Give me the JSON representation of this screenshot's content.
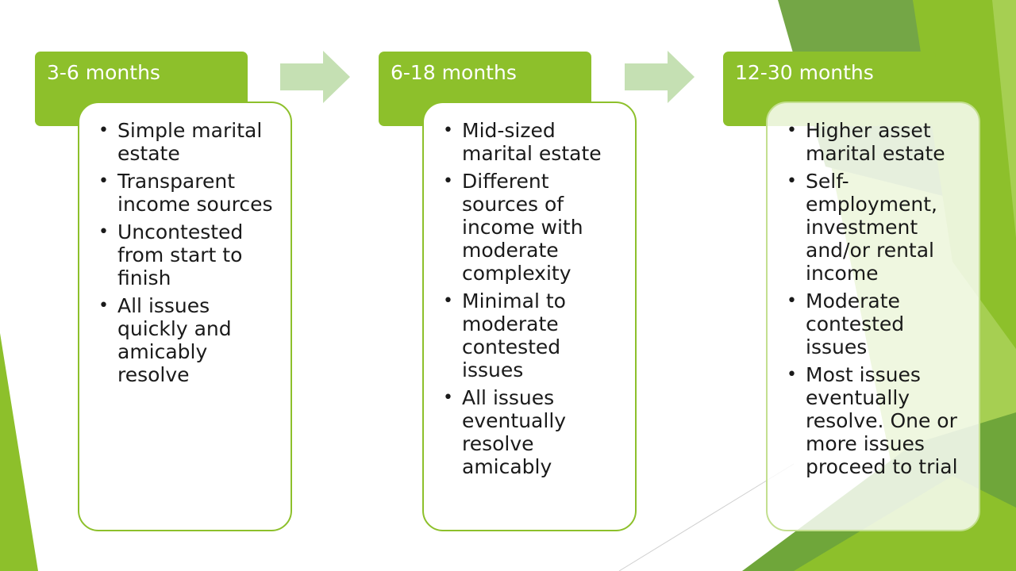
{
  "colors": {
    "accent": "#8dc02b",
    "arrow": "#c5e0b3",
    "text": "#1a1a1a",
    "header_text": "#ffffff"
  },
  "stages": [
    {
      "label": "3-6 months",
      "items": [
        "Simple marital estate",
        "Transparent income sources",
        "Uncontested from start to finish",
        "All issues quickly and amicably resolve"
      ]
    },
    {
      "label": "6-18 months",
      "items": [
        "Mid-sized marital estate",
        "Different sources of income with moderate complexity",
        "Minimal to moderate contested issues",
        "All issues eventually resolve amicably"
      ]
    },
    {
      "label": "12-30 months",
      "items": [
        "Higher asset marital estate",
        "Self-employment, investment and/or rental income",
        "Moderate contested issues",
        "Most issues eventually resolve. One or more issues proceed to trial"
      ]
    }
  ]
}
